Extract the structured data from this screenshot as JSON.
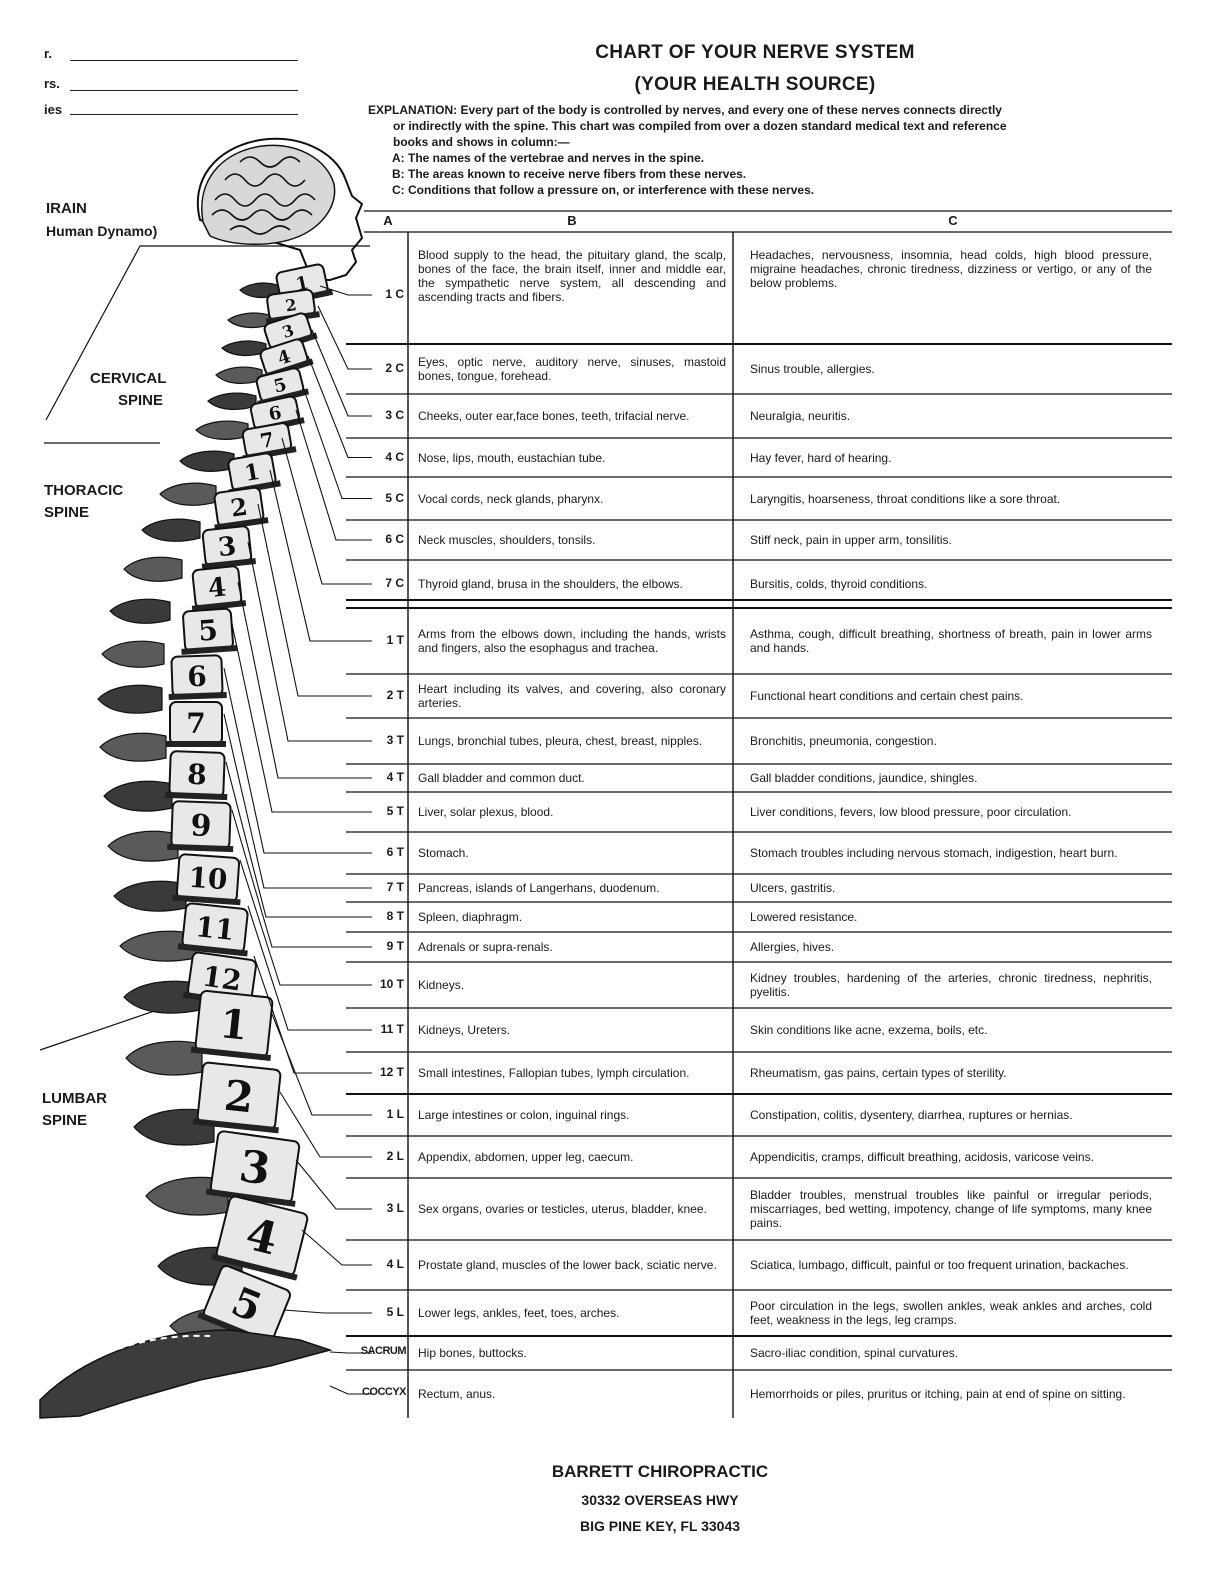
{
  "form": {
    "labels": [
      "r.",
      "rs.",
      "ies"
    ]
  },
  "header": {
    "title_line1": "CHART OF YOUR NERVE SYSTEM",
    "title_line2": "(YOUR HEALTH SOURCE)",
    "explanation_kw": "EXPLANATION:",
    "explanation_line1": "Every part of the body is controlled by nerves, and every one of these nerves connects directly",
    "explanation_line2": "or indirectly with the spine. This chart was compiled from over a dozen standard medical text and reference",
    "explanation_line3": "books and shows in column:—",
    "explanation_a": "A:  The names of the vertebrae and nerves in the spine.",
    "explanation_b": "B:  The areas known to receive nerve fibers from these nerves.",
    "explanation_c": "C:  Conditions that follow a pressure on, or interference with  these nerves."
  },
  "side_labels": {
    "brain_1": "IRAIN",
    "brain_2": "Human Dynamo)",
    "cervical_1": "CERVICAL",
    "cervical_2": "SPINE",
    "thoracic_1": "THORACIC",
    "thoracic_2": "SPINE",
    "lumbar_1": "LUMBAR",
    "lumbar_2": "SPINE"
  },
  "vertebra_numbers": {
    "cervical": [
      "1",
      "2",
      "3",
      "4",
      "5",
      "6",
      "7"
    ],
    "thoracic": [
      "1",
      "2",
      "3",
      "4",
      "5",
      "6",
      "7",
      "8",
      "9",
      "10",
      "11",
      "12"
    ],
    "lumbar": [
      "1",
      "2",
      "3",
      "4",
      "5"
    ]
  },
  "table": {
    "col_a": "A",
    "col_b": "B",
    "col_c": "C",
    "rows": [
      {
        "a": "1 C",
        "b": "Blood supply to the head, the pituitary gland, the scalp, bones of the face, the brain itself, inner and middle ear, the sympathetic nerve system, all descending and ascending tracts and fibers.",
        "c": "Headaches, nervousness, insomnia, head colds, high blood pressure, migraine headaches, chronic tiredness, dizziness or vertigo, or any of the below problems."
      },
      {
        "a": "2 C",
        "b": "Eyes, optic nerve, auditory nerve, sinuses, mastoid bones, tongue, forehead.",
        "c": "Sinus trouble, allergies."
      },
      {
        "a": "3 C",
        "b": "Cheeks, outer ear,face bones, teeth, trifacial nerve.",
        "c": "Neuralgia, neuritis."
      },
      {
        "a": "4 C",
        "b": "Nose, lips, mouth, eustachian tube.",
        "c": "Hay fever, hard of hearing."
      },
      {
        "a": "5 C",
        "b": "Vocal cords, neck glands, pharynx.",
        "c": "Laryngitis, hoarseness, throat conditions like a sore throat."
      },
      {
        "a": "6 C",
        "b": "Neck muscles, shoulders, tonsils.",
        "c": "Stiff neck, pain in upper arm, tonsilitis."
      },
      {
        "a": "7 C",
        "b": "Thyroid gland, brusa in the shoulders, the elbows.",
        "c": "Bursitis, colds, thyroid conditions."
      },
      {
        "a": "1 T",
        "b": "Arms from the elbows down, including the hands, wrists and fingers, also the esophagus and trachea.",
        "c": "Asthma, cough, difficult breathing, shortness of breath, pain in lower arms and hands."
      },
      {
        "a": "2 T",
        "b": "Heart including its valves, and covering, also coronary arteries.",
        "c": "Functional heart conditions and certain chest pains."
      },
      {
        "a": "3 T",
        "b": "Lungs, bronchial tubes, pleura, chest, breast, nipples.",
        "c": "Bronchitis, pneumonia, congestion."
      },
      {
        "a": "4 T",
        "b": "Gall bladder and common duct.",
        "c": "Gall bladder conditions, jaundice, shingles."
      },
      {
        "a": "5 T",
        "b": "Liver, solar plexus, blood.",
        "c": "Liver conditions, fevers, low blood pressure, poor circulation."
      },
      {
        "a": "6 T",
        "b": "Stomach.",
        "c": "Stomach troubles including nervous stomach, indigestion, heart burn."
      },
      {
        "a": "7 T",
        "b": "Pancreas, islands of Langerhans, duodenum.",
        "c": "Ulcers, gastritis."
      },
      {
        "a": "8 T",
        "b": "Spleen, diaphragm.",
        "c": "Lowered resistance."
      },
      {
        "a": "9 T",
        "b": "Adrenals or supra-renals.",
        "c": "Allergies, hives."
      },
      {
        "a": "10 T",
        "b": "Kidneys.",
        "c": "Kidney troubles, hardening of the arteries, chronic tiredness, nephritis, pyelitis."
      },
      {
        "a": "11 T",
        "b": "Kidneys, Ureters.",
        "c": "Skin conditions like acne, exzema, boils, etc."
      },
      {
        "a": "12 T",
        "b": "Small intestines, Fallopian tubes, lymph circulation.",
        "c": "Rheumatism, gas pains, certain types of sterility."
      },
      {
        "a": "1 L",
        "b": "Large intestines or colon, inguinal rings.",
        "c": "Constipation, colitis, dysentery, diarrhea, ruptures or hernias."
      },
      {
        "a": "2 L",
        "b": "Appendix, abdomen, upper leg, caecum.",
        "c": "Appendicitis, cramps, difficult breathing, acidosis, varicose veins."
      },
      {
        "a": "3 L",
        "b": "Sex organs, ovaries or testicles, uterus, bladder, knee.",
        "c": "Bladder troubles, menstrual troubles like painful or irregular periods, miscarriages, bed wetting, impotency, change of life symptoms, many knee pains."
      },
      {
        "a": "4 L",
        "b": "Prostate gland, muscles of the lower back, sciatic nerve.",
        "c": "Sciatica, lumbago, difficult, painful or too frequent urination, backaches."
      },
      {
        "a": "5 L",
        "b": "Lower legs, ankles, feet, toes, arches.",
        "c": "Poor circulation in the legs, swollen ankles, weak ankles and arches, cold feet, weakness in the legs, leg cramps."
      },
      {
        "a": "SACRUM",
        "b": "Hip bones, buttocks.",
        "c": "Sacro-iliac condition, spinal curvatures."
      },
      {
        "a": "COCCYX",
        "b": "Rectum, anus.",
        "c": "Hemorrhoids or piles, pruritus or itching, pain at end of spine on sitting."
      }
    ]
  },
  "footer": {
    "name": "BARRETT CHIROPRACTIC",
    "address": "30332 OVERSEAS HWY",
    "city": "BIG PINE KEY, FL 33043"
  }
}
